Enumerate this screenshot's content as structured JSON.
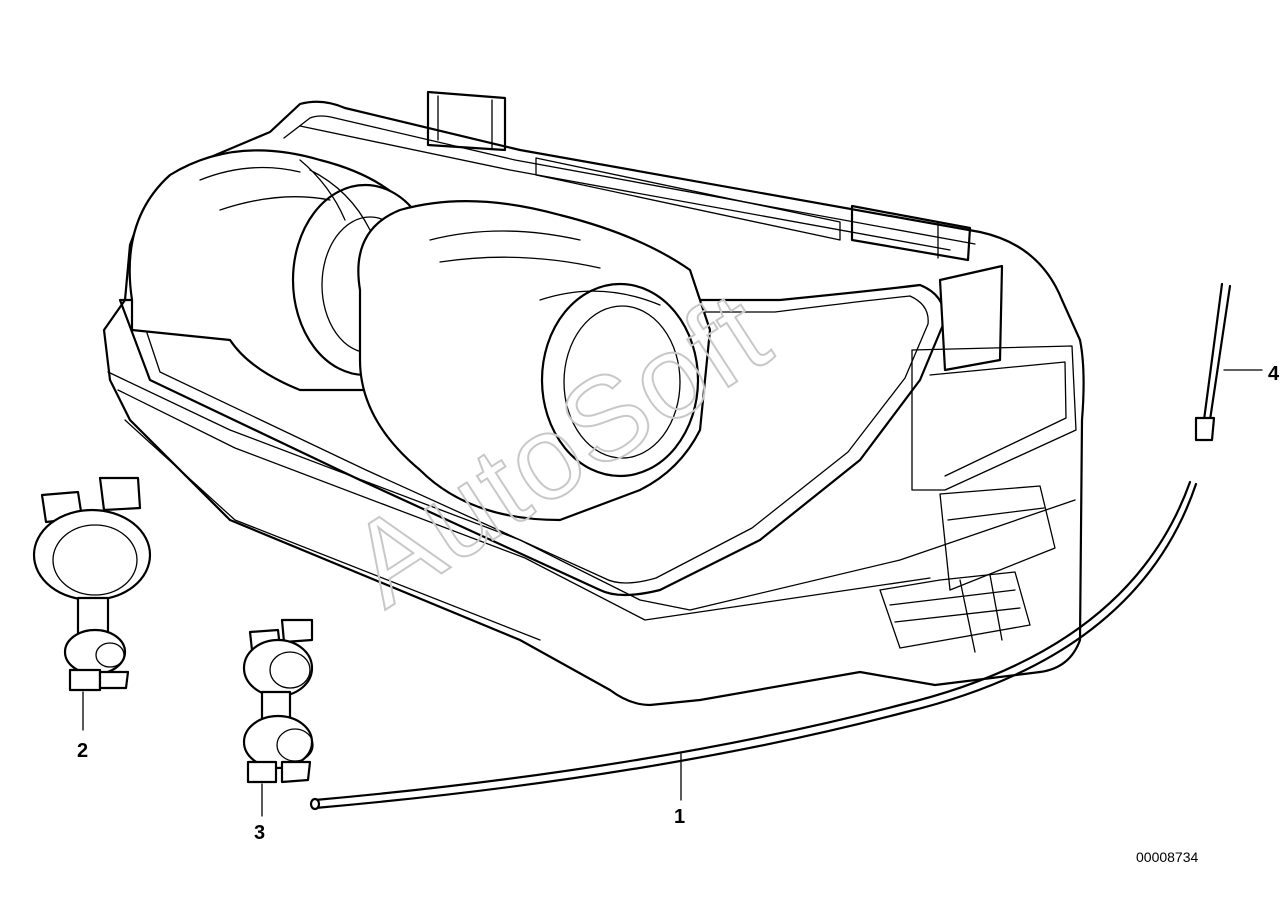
{
  "callouts": {
    "c1": "1",
    "c2": "2",
    "c3": "3",
    "c4": "4"
  },
  "watermark": "AutoSoft",
  "document_number": "00008734",
  "colors": {
    "line": "#000000",
    "background": "#ffffff",
    "watermark": "#c8c8c8"
  }
}
